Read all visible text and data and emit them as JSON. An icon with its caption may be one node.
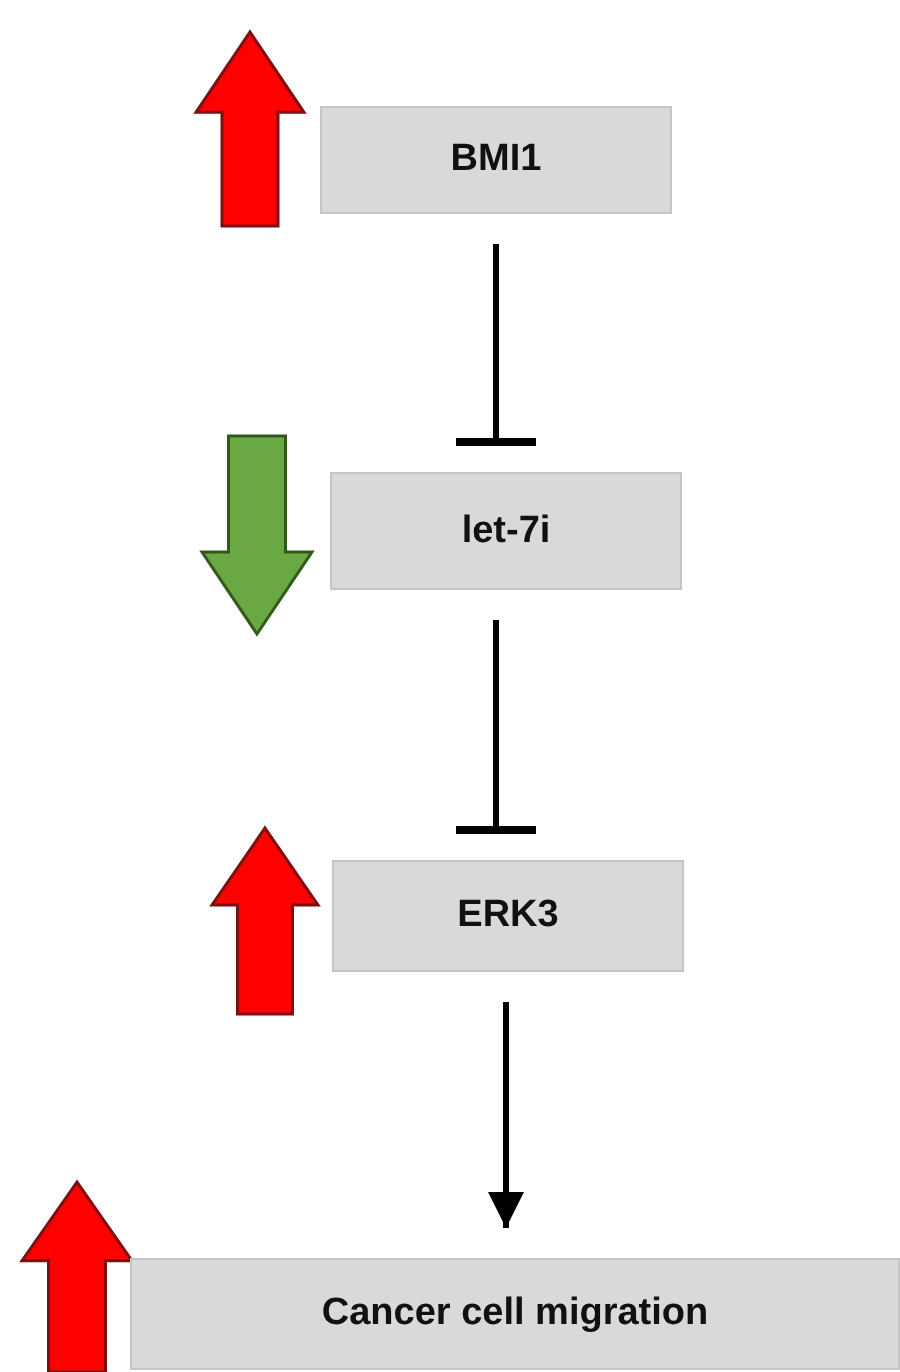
{
  "diagram": {
    "nodes": [
      {
        "text": [
          "BMI1"
        ]
      },
      {
        "text": [
          "let-7i"
        ]
      },
      {
        "text": [
          "ERK3"
        ]
      },
      {
        "text": [
          "Cancer cell migration"
        ]
      }
    ],
    "edges": [
      {
        "from": 0,
        "to": 1,
        "arrow": "other"
      },
      {
        "from": 1,
        "to": 2,
        "arrow": "other"
      },
      {
        "from": 2,
        "to": 3,
        "arrow": "to"
      }
    ]
  }
}
